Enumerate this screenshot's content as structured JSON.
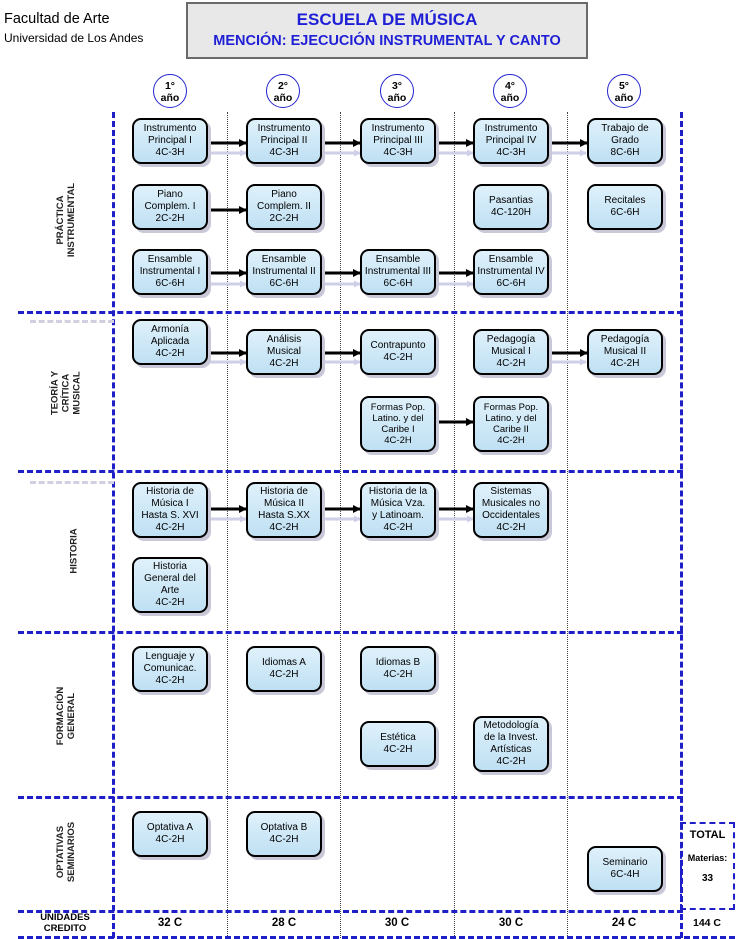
{
  "header": {
    "faculty": "Facultad de Arte",
    "university": "Universidad de Los Andes",
    "title": "ESCUELA DE MÚSICA",
    "subtitle": "MENCIÓN: EJECUCIÓN INSTRUMENTAL Y CANTO"
  },
  "years": [
    {
      "num": "1°",
      "word": "año"
    },
    {
      "num": "2°",
      "word": "año"
    },
    {
      "num": "3°",
      "word": "año"
    },
    {
      "num": "4°",
      "word": "año"
    },
    {
      "num": "5°",
      "word": "año"
    }
  ],
  "sections": [
    {
      "label": "PRÁCTICA\nINSTRUMENTAL"
    },
    {
      "label": "TEORÍA Y\nCRÍTICA\nMUSICAL"
    },
    {
      "label": "HISTORIA"
    },
    {
      "label": "FORMACIÓN\nGENERAL"
    },
    {
      "label": "OPTATIVAS\nSEMINARIOS"
    }
  ],
  "courses": {
    "instrumento_1": "Instrumento\nPrincipal I\n4C-3H",
    "instrumento_2": "Instrumento\nPrincipal II\n4C-3H",
    "instrumento_3": "Instrumento\nPrincipal III\n4C-3H",
    "instrumento_4": "Instrumento\nPrincipal IV\n4C-3H",
    "trabajo_grado": "Trabajo de\nGrado\n8C-6H",
    "piano_1": "Piano\nComplem. I\n2C-2H",
    "piano_2": "Piano\nComplem. II\n2C-2H",
    "pasantias": "Pasantias\n4C-120H",
    "recitales": "Recitales\n6C-6H",
    "ensamble_1": "Ensamble\nInstrumental I\n6C-6H",
    "ensamble_2": "Ensamble\nInstrumental II\n6C-6H",
    "ensamble_3": "Ensamble\nInstrumental III\n6C-6H",
    "ensamble_4": "Ensamble\nInstrumental IV\n6C-6H",
    "armonia": "Armonía\nAplicada\n4C-2H",
    "analisis": "Análisis\nMusical\n4C-2H",
    "contrapunto": "Contrapunto\n4C-2H",
    "pedagogia_1": "Pedagogía\nMusical I\n4C-2H",
    "pedagogia_2": "Pedagogía\nMusical II\n4C-2H",
    "formas_1": "Formas Pop.\nLatino. y del\nCaribe I\n4C-2H",
    "formas_2": "Formas Pop.\nLatino. y del\nCaribe II\n4C-2H",
    "historia_1": "Historia de\nMúsica I\nHasta S. XVI\n4C-2H",
    "historia_2": "Historia de\nMúsica  II\nHasta S.XX\n4C-2H",
    "historia_3": "Historia de la\nMúsica Vza.\ny Latinoam.\n4C-2H",
    "sistemas": "Sistemas\nMusicales no\nOccidentales\n4C-2H",
    "historia_arte": "Historia\nGeneral del\nArte\n4C-2H",
    "lenguaje": "Lenguaje y\nComunicac.\n4C-2H",
    "idiomas_a": "Idiomas A\n4C-2H",
    "idiomas_b": "Idiomas B\n4C-2H",
    "estetica": "Estética\n4C-2H",
    "metodologia": "Metodología\nde la Invest.\nArtísticas\n4C-2H",
    "optativa_a": "Optativa A\n4C-2H",
    "optativa_b": "Optativa B\n4C-2H",
    "seminario": "Seminario\n6C-4H"
  },
  "footer": {
    "units_label": "UNIDADES\nCREDITO",
    "credits": [
      "32 C",
      "28 C",
      "30 C",
      "30 C",
      "24 C"
    ],
    "total_label": "TOTAL",
    "materias_label": "Materias:",
    "materias_value": "33",
    "total_credits": "144 C"
  }
}
